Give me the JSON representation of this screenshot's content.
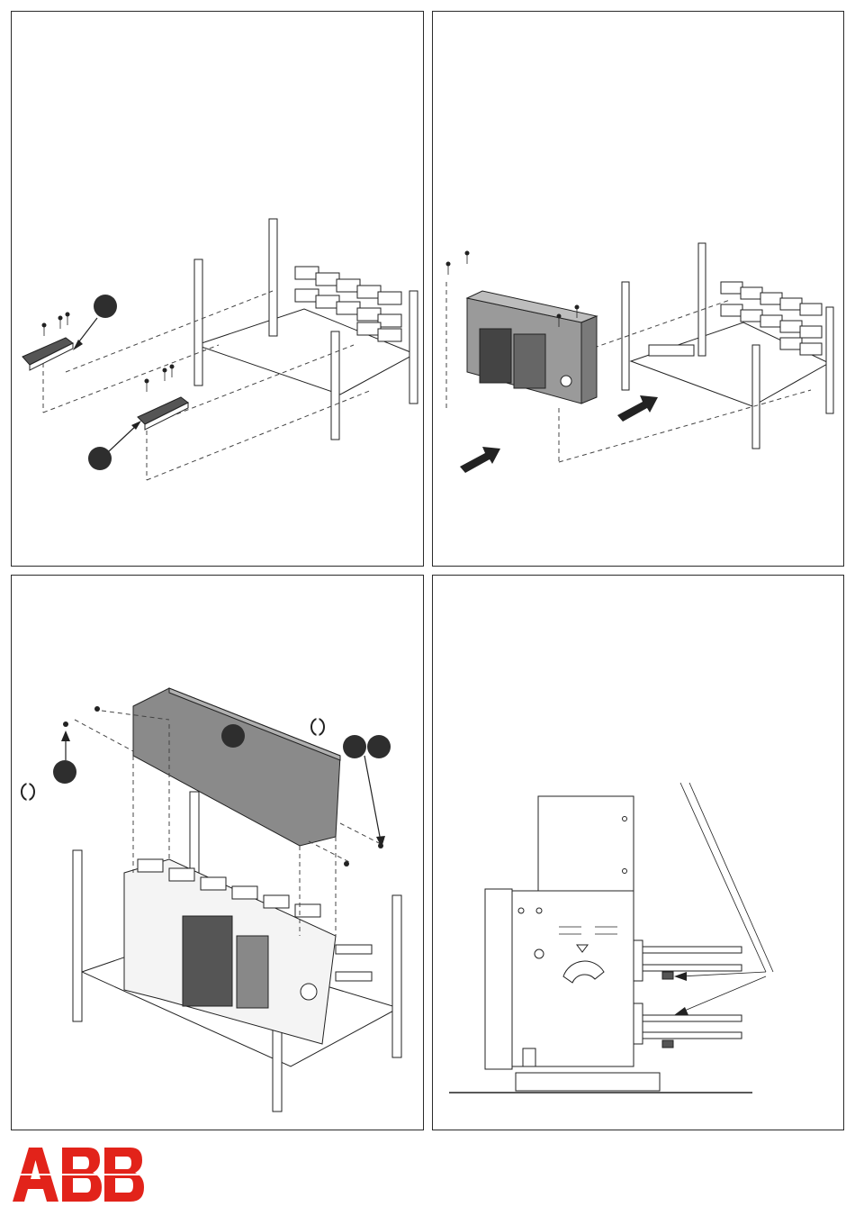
{
  "panels": [
    {
      "id": "step-1",
      "callouts": 2
    },
    {
      "id": "step-2",
      "callouts": 0,
      "arrows": 2
    },
    {
      "id": "step-3",
      "callouts": 3
    },
    {
      "id": "step-4",
      "callouts": 0
    }
  ],
  "logo": {
    "text": "ABB",
    "color": "#E2231A"
  },
  "colors": {
    "frame": "#2a2a2a",
    "callout": "#2e2e2e",
    "panel_gray": "#8a8a8a"
  }
}
